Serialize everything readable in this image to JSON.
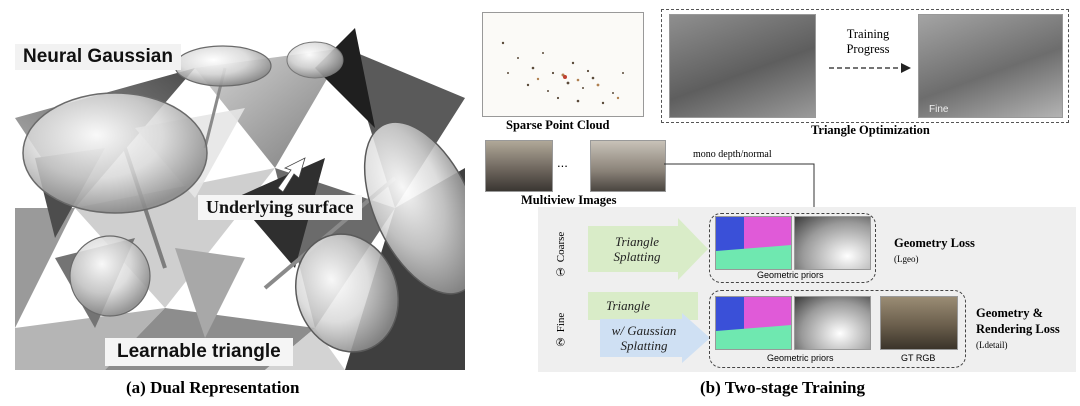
{
  "panel_a": {
    "neural_gaussian": "Neural Gaussian",
    "underlying_surface": "Underlying surface",
    "learnable_triangle": "Learnable triangle",
    "caption": "(a)  Dual Representation"
  },
  "panel_b": {
    "sparse_point_cloud": "Sparse Point Cloud",
    "training_progress_line1": "Training",
    "training_progress_line2": "Progress",
    "fine_tag": "Fine",
    "triangle_optimization": "Triangle Optimization",
    "ellipsis": "...",
    "multiview_images": "Multiview Images",
    "mono_depth_normal": "mono depth/normal",
    "coarse_stage": "① Coarse",
    "fine_stage": "② Fine",
    "coarse_arrow_line1": "Triangle",
    "coarse_arrow_line2": "Splatting",
    "fine_triangle": "Triangle",
    "fine_gaussian_line1": "w/ Gaussian",
    "fine_gaussian_line2": "Splatting",
    "geometric_priors_1": "Geometric priors",
    "geometric_priors_2": "Geometric priors",
    "gt_rgb": "GT RGB",
    "geometry_loss": "Geometry Loss",
    "geometry_loss_symbol": "(Lgeo)",
    "geo_render_loss_line1": "Geometry &",
    "geo_render_loss_line2": "Rendering Loss",
    "geo_render_loss_symbol": "(Ldetail)",
    "caption": "(b) Two-stage Training"
  },
  "colors": {
    "green_arrow": "#d9ecc8",
    "blue_arrow": "#cfe0f3",
    "stage_bg": "#efefef",
    "normal_blue": "#3a50d8",
    "normal_pink": "#e05ad8",
    "normal_green": "#6fe8b0"
  }
}
